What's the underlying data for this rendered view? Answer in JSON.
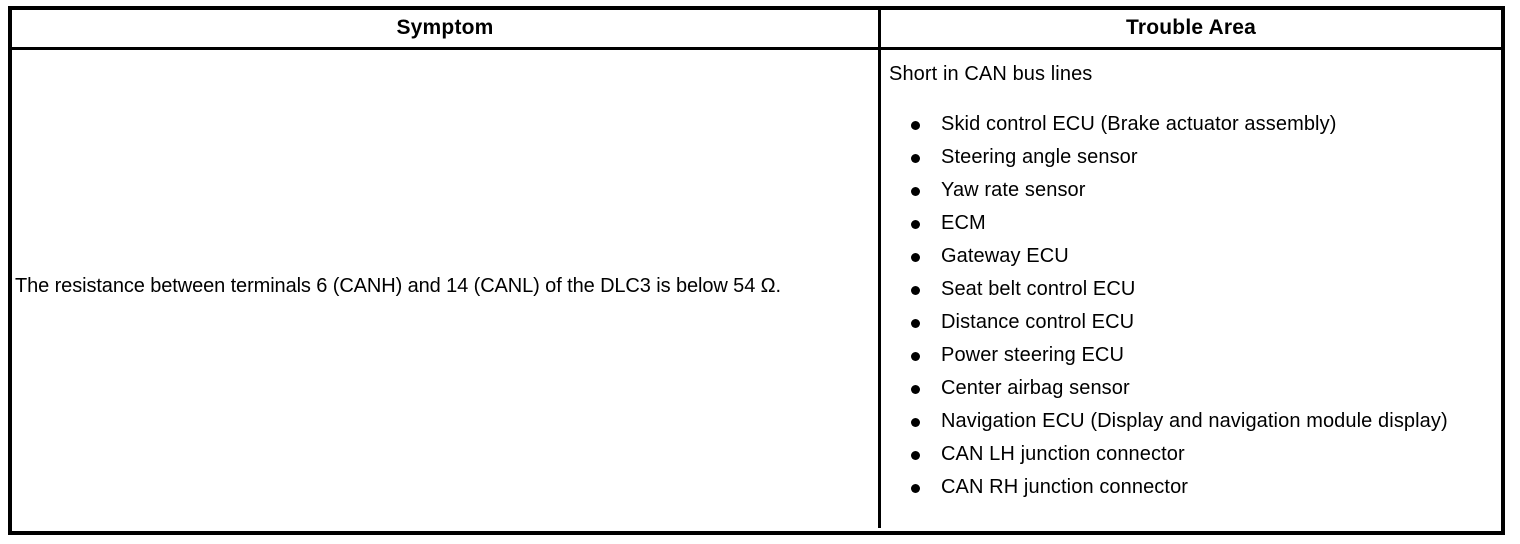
{
  "table": {
    "columns": [
      {
        "id": "symptom",
        "header": "Symptom"
      },
      {
        "id": "trouble_area",
        "header": "Trouble Area"
      }
    ],
    "rows": [
      {
        "symptom": "The resistance between terminals 6 (CANH) and 14 (CANL) of the DLC3 is below 54 Ω.",
        "trouble_area": {
          "heading": "Short in CAN bus lines",
          "items": [
            "Skid control ECU (Brake actuator assembly)",
            "Steering angle sensor",
            "Yaw rate sensor",
            "ECM",
            "Gateway ECU",
            "Seat belt control ECU",
            "Distance control ECU",
            "Power steering ECU",
            "Center airbag sensor",
            "Navigation ECU (Display and navigation module display)",
            "CAN LH junction connector",
            "CAN RH junction connector"
          ]
        }
      }
    ]
  },
  "style": {
    "text_color": "#000000",
    "background_color": "#ffffff",
    "border_color": "#000000",
    "bullet_glyph": "●"
  }
}
